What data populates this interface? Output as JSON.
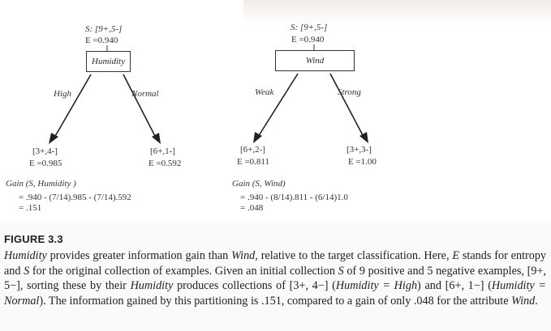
{
  "left_tree": {
    "root_set": "S: [9+,5-]",
    "root_entropy": "E =0.940",
    "attribute": "Humidity",
    "branch_left": "High",
    "branch_right": "Normal",
    "leaf_left_set": "[3+,4-]",
    "leaf_left_entropy": "E =0.985",
    "leaf_right_set": "[6+,1-]",
    "leaf_right_entropy": "E =0.592",
    "gain_label": "Gain (S, Humidity )",
    "gain_calc": "= .940 - (7/14).985 - (7/14).592",
    "gain_result": "= .151"
  },
  "right_tree": {
    "root_set": "S: [9+,5-]",
    "root_entropy": "E =0.940",
    "attribute": "Wind",
    "branch_left": "Weak",
    "branch_right": "Strong",
    "leaf_left_set": "[6+,2-]",
    "leaf_left_entropy": "E =0.811",
    "leaf_right_set": "[3+,3-]",
    "leaf_right_entropy": "E =1.00",
    "gain_label": "Gain (S, Wind)",
    "gain_calc": "= .940 - (8/14).811 - (6/14)1.0",
    "gain_result": "= .048"
  },
  "caption": {
    "label": "FIGURE 3.3",
    "p1": "Humidity",
    "p2": " provides greater information gain than ",
    "p3": "Wind",
    "p4": ", relative to the target classification. Here, ",
    "p5": "E",
    "p6": " stands for entropy and ",
    "p7": "S",
    "p8": " for the original collection of examples. Given an initial collection ",
    "p9": "S",
    "p10": " of 9 positive and 5 negative examples, [9+, 5−], sorting these by their ",
    "p11": "Humidity",
    "p12": " produces collections of [3+, 4−] (",
    "p13": "Humidity = High",
    "p14": ") and [6+, 1−] (",
    "p15": "Humidity = Normal",
    "p16": "). The information gained by this partitioning is .151, compared to a gain of only .048 for the attribute ",
    "p17": "Wind",
    "p18": "."
  }
}
